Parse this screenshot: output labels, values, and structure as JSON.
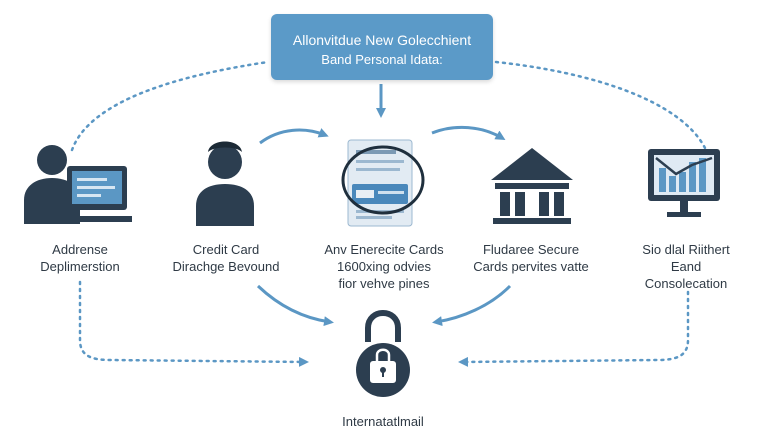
{
  "header": {
    "line1": "Allonvitdue New Golecchient",
    "line2": "Band Personal Idata:"
  },
  "nodes": [
    {
      "id": "user-computer",
      "icon": "user-at-computer-icon",
      "lines": [
        "Addrense",
        "Deplimerstion"
      ]
    },
    {
      "id": "person",
      "icon": "person-icon",
      "lines": [
        "Credit Card",
        "Dirachge Bevound"
      ]
    },
    {
      "id": "credit-card",
      "icon": "credit-card-document-icon",
      "lines": [
        "Anv Enerecite Cards",
        "1600xing odvies",
        "fior vehve pines"
      ]
    },
    {
      "id": "bank",
      "icon": "bank-building-icon",
      "lines": [
        "Fludaree Secure",
        "Cards pervites vatte"
      ]
    },
    {
      "id": "monitor",
      "icon": "monitor-chart-icon",
      "lines": [
        "Sio dlal Riithert",
        "Eand",
        "Consolecation"
      ]
    }
  ],
  "center": {
    "icon": "padlock-icon",
    "label": "Internatatlmail"
  },
  "colors": {
    "arrow": "#5b97c4",
    "dark": "#2c3e50",
    "header_bg": "#5b9ac8"
  }
}
